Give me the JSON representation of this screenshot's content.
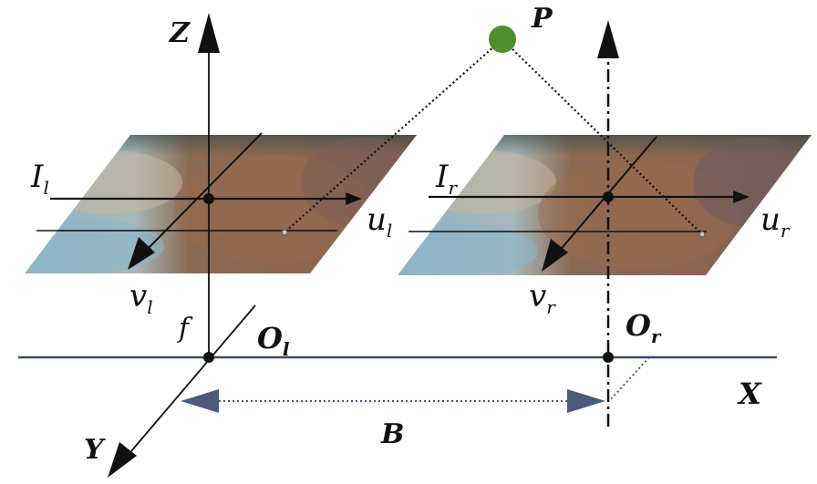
{
  "labels": {
    "z_axis": "Z",
    "x_axis": "X",
    "y_axis": "Y",
    "point": "P",
    "baseline": "B",
    "focal": "f",
    "left_image": {
      "main": "I",
      "sub": "l"
    },
    "right_image": {
      "main": "I",
      "sub": "r"
    },
    "left_u": {
      "main": "u",
      "sub": "l"
    },
    "left_v": {
      "main": "v",
      "sub": "l"
    },
    "right_u": {
      "main": "u",
      "sub": "r"
    },
    "right_v": {
      "main": "v",
      "sub": "r"
    },
    "left_origin": {
      "main": "O",
      "sub": "l"
    },
    "right_origin": {
      "main": "O",
      "sub": "r"
    }
  },
  "colors": {
    "point": "#4e8f2f",
    "x_axis": "#3b4a66",
    "baseline": "#4a5a78",
    "ink": "#111111"
  }
}
